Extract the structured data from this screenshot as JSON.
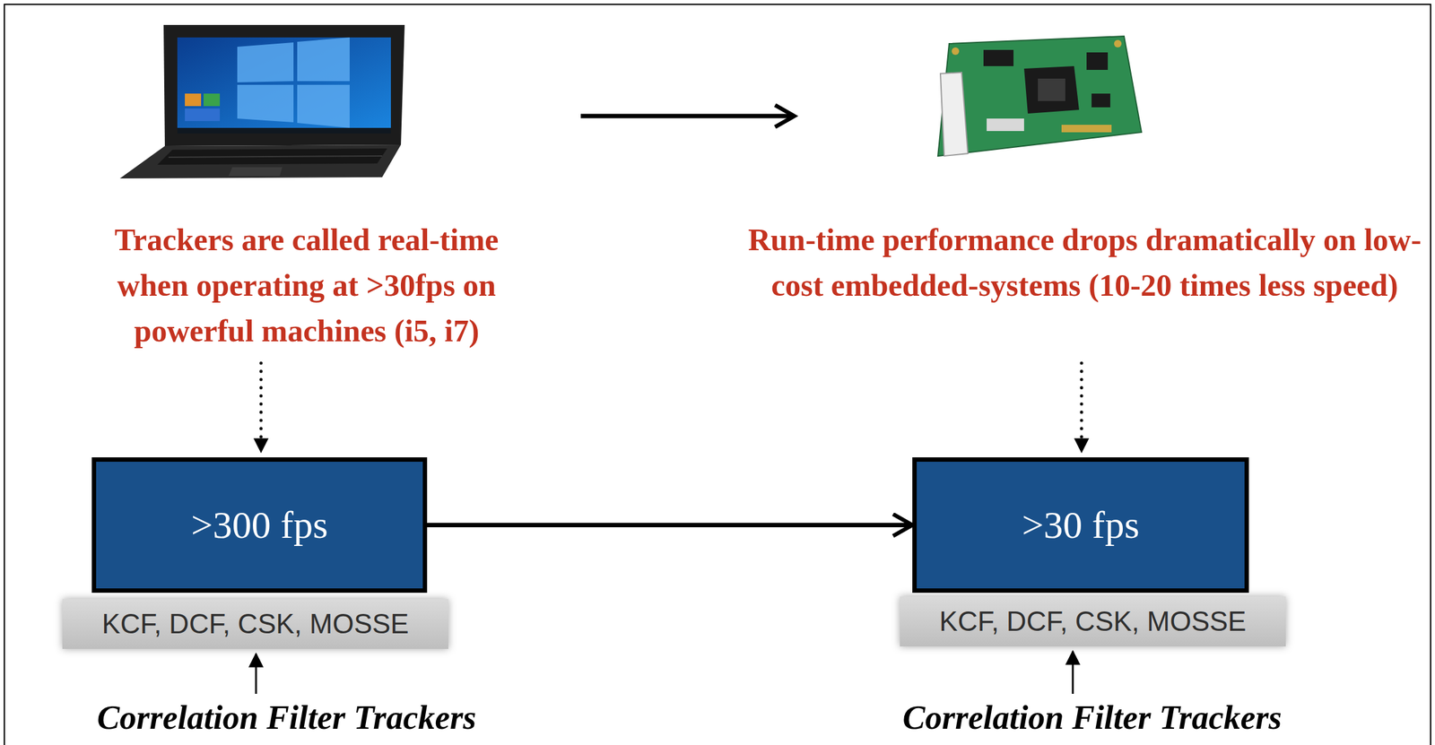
{
  "diagram": {
    "nodes": [
      {
        "text": [
          ">300 fps"
        ]
      },
      {
        "text": [
          "KCF, DCF, CSK, MOSSE"
        ]
      },
      {
        "text": [
          ">30 fps"
        ]
      },
      {
        "text": [
          "KCF, DCF, CSK, MOSSE"
        ]
      }
    ],
    "edges": [
      {
        "from": 0,
        "to": 2,
        "arrow": "to"
      }
    ],
    "labels": [
      "Trackers are called real-time when operating at >30fps on powerful machines (i5, i7)",
      "Run-time performance drops dramatically on low-cost embedded-systems (10-20 times less speed)",
      "Correlation Filter Trackers",
      "Correlation Filter Trackers"
    ]
  }
}
